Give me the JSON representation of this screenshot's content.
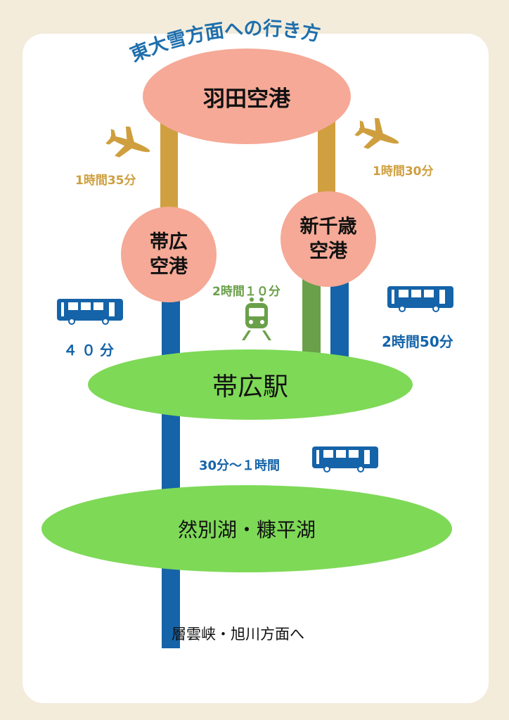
{
  "title": "東大雪方面への行き方",
  "nodes": {
    "haneda": "羽田空港",
    "obihiro_airport_line1": "帯広",
    "obihiro_airport_line2": "空港",
    "shin_chitose_line1": "新千歳",
    "shin_chitose_line2": "空港",
    "obihiro_station": "帯広駅",
    "lakes": "然別湖・糠平湖"
  },
  "routes": {
    "haneda_to_obihiro_flight": "1時間35分",
    "haneda_to_chitose_flight": "1時間30分",
    "chitose_train": "2時間１０分",
    "obihiro_airport_bus": "４０分",
    "chitose_bus": "2時間50分",
    "station_to_lakes_bus": "30分～１時間"
  },
  "footer": "層雲峡・旭川方面へ",
  "colors": {
    "background": "#f3ecdb",
    "airport": "#f5a996",
    "station": "#7ed957",
    "flight": "#d0a040",
    "bus": "#1563a8",
    "train": "#6aa04a"
  }
}
